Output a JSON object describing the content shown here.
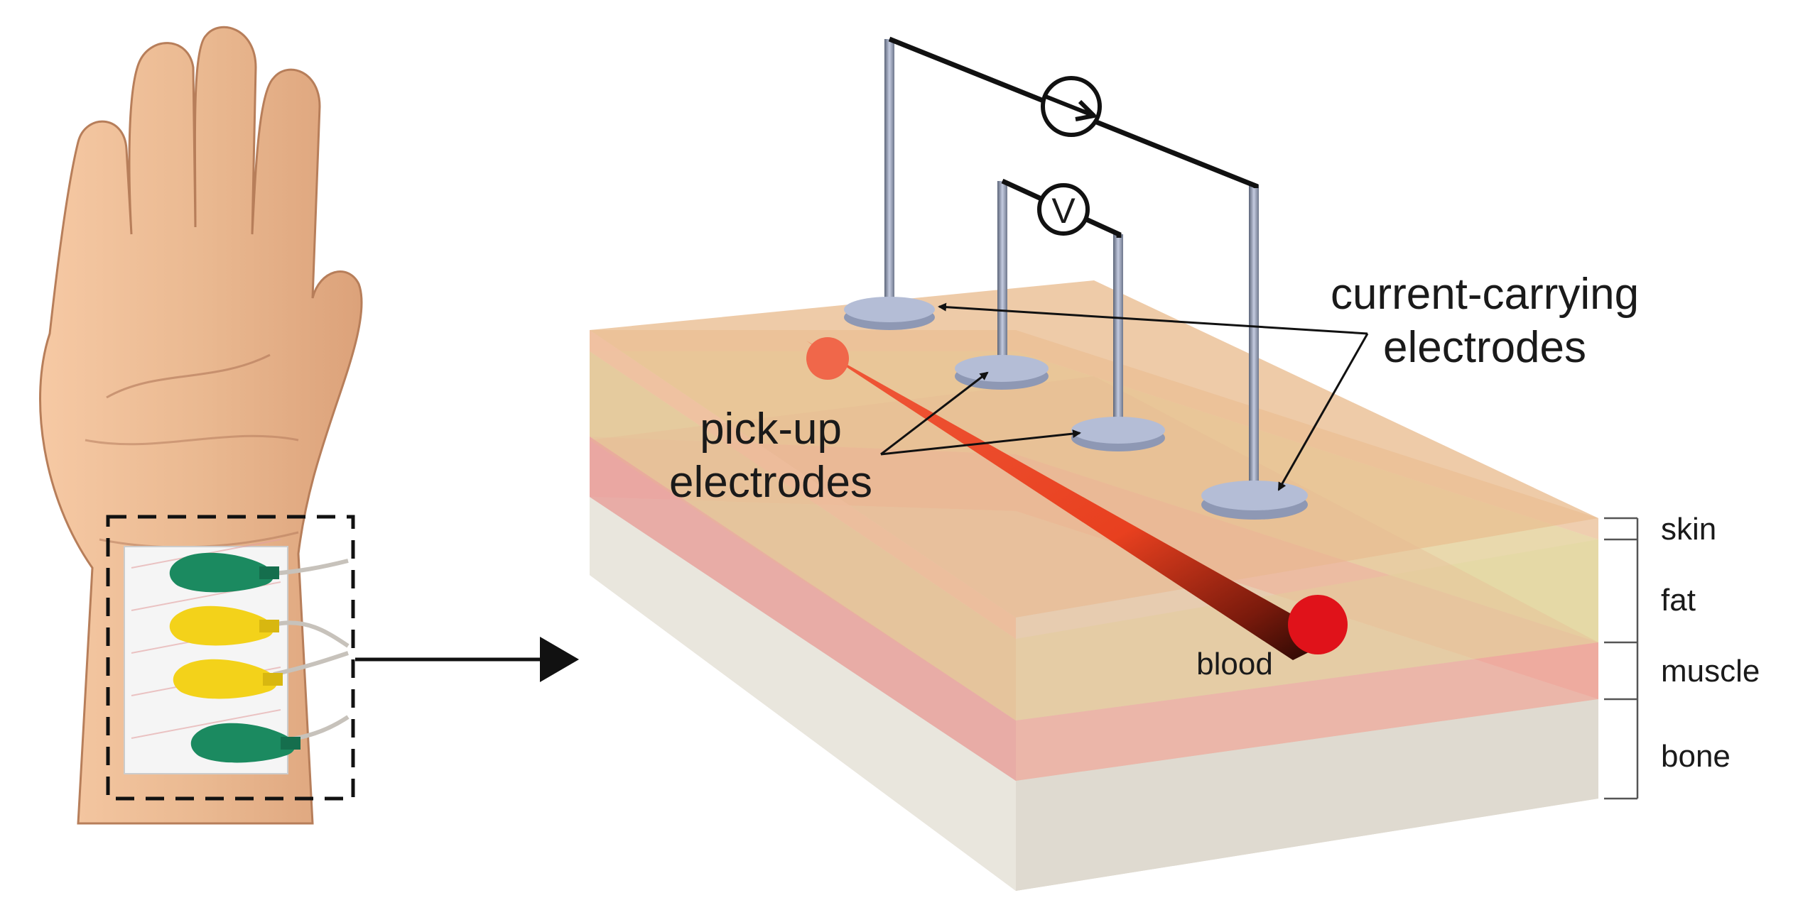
{
  "labels": {
    "current_carrying_line1": "current-carrying",
    "current_carrying_line2": "electrodes",
    "pickup_line1": "pick-up",
    "pickup_line2": "electrodes",
    "blood": "blood",
    "voltmeter_symbol": "V"
  },
  "layers": [
    {
      "name": "skin",
      "color": "#f2cdb0"
    },
    {
      "name": "fat",
      "color": "#e2dfa0"
    },
    {
      "name": "muscle",
      "color": "#ee9a96"
    },
    {
      "name": "bone",
      "color": "#d9d9d2"
    }
  ],
  "colors": {
    "blood_vessel": "#ee3a1e",
    "electrode": "#a9b3cf",
    "wire": "#111111",
    "electrode_pad_green": "#1b8a60",
    "electrode_pad_yellow": "#f3d21a"
  },
  "icons": {
    "current_source": "current-source-circle-arrow-icon",
    "voltmeter": "voltmeter-circle-icon"
  }
}
